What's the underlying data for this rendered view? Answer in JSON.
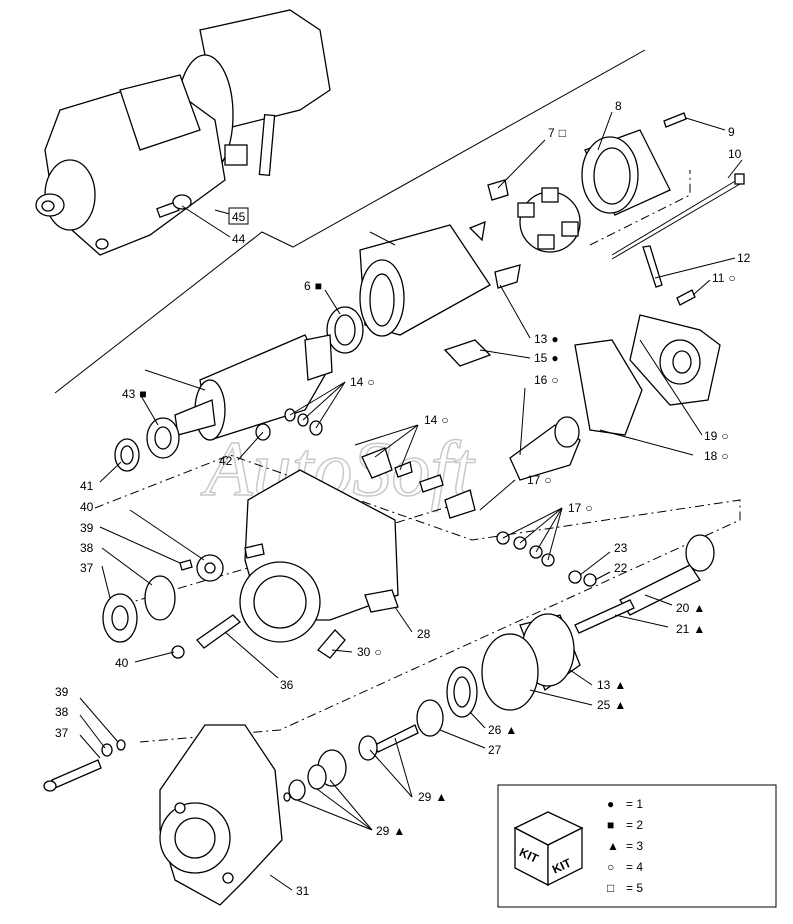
{
  "watermark": "AutoSoft",
  "symbols": {
    "filled_circle": "●",
    "filled_square": "■",
    "filled_triangle": "▲",
    "open_circle": "○",
    "open_square": "□"
  },
  "callouts": [
    {
      "id": "c45",
      "text": "45",
      "boxed": true
    },
    {
      "id": "c44",
      "text": "44"
    },
    {
      "id": "c7",
      "text": "7",
      "sym": "open_square"
    },
    {
      "id": "c8",
      "text": "8"
    },
    {
      "id": "c9",
      "text": "9"
    },
    {
      "id": "c10",
      "text": "10"
    },
    {
      "id": "c12",
      "text": "12"
    },
    {
      "id": "c11",
      "text": "11",
      "sym": "open_circle"
    },
    {
      "id": "c6",
      "text": "6",
      "sym": "filled_square"
    },
    {
      "id": "c13a",
      "text": "13",
      "sym": "filled_circle"
    },
    {
      "id": "c15",
      "text": "15",
      "sym": "filled_circle"
    },
    {
      "id": "c16",
      "text": "16",
      "sym": "open_circle"
    },
    {
      "id": "c14a",
      "text": "14",
      "sym": "open_circle"
    },
    {
      "id": "c14b",
      "text": "14",
      "sym": "open_circle"
    },
    {
      "id": "c43",
      "text": "43",
      "sym": "filled_square"
    },
    {
      "id": "c41",
      "text": "41"
    },
    {
      "id": "c42",
      "text": "42"
    },
    {
      "id": "c40a",
      "text": "40"
    },
    {
      "id": "c39a",
      "text": "39"
    },
    {
      "id": "c38a",
      "text": "38"
    },
    {
      "id": "c37a",
      "text": "37"
    },
    {
      "id": "c40b",
      "text": "40"
    },
    {
      "id": "c19",
      "text": "19",
      "sym": "open_circle"
    },
    {
      "id": "c18",
      "text": "18",
      "sym": "open_circle"
    },
    {
      "id": "c17a",
      "text": "17",
      "sym": "open_circle"
    },
    {
      "id": "c17b",
      "text": "17",
      "sym": "open_circle"
    },
    {
      "id": "c23",
      "text": "23"
    },
    {
      "id": "c22",
      "text": "22"
    },
    {
      "id": "c20",
      "text": "20",
      "sym": "filled_triangle"
    },
    {
      "id": "c21",
      "text": "21",
      "sym": "filled_triangle"
    },
    {
      "id": "c28",
      "text": "28"
    },
    {
      "id": "c30",
      "text": "30",
      "sym": "open_circle"
    },
    {
      "id": "c36",
      "text": "36"
    },
    {
      "id": "c13b",
      "text": "13",
      "sym": "filled_triangle"
    },
    {
      "id": "c25",
      "text": "25",
      "sym": "filled_triangle"
    },
    {
      "id": "c26",
      "text": "26",
      "sym": "filled_triangle"
    },
    {
      "id": "c27",
      "text": "27"
    },
    {
      "id": "c39b",
      "text": "39"
    },
    {
      "id": "c38b",
      "text": "38"
    },
    {
      "id": "c37b",
      "text": "37"
    },
    {
      "id": "c29a",
      "text": "29",
      "sym": "filled_triangle"
    },
    {
      "id": "c29b",
      "text": "29",
      "sym": "filled_triangle"
    },
    {
      "id": "c31",
      "text": "31"
    }
  ],
  "legend": {
    "icon_text": [
      "KIT",
      "KIT"
    ],
    "entries": [
      {
        "sym": "filled_circle",
        "text": "= 1"
      },
      {
        "sym": "filled_square",
        "text": "= 2"
      },
      {
        "sym": "filled_triangle",
        "text": "= 3"
      },
      {
        "sym": "open_circle",
        "text": "= 4"
      },
      {
        "sym": "open_square",
        "text": "= 5"
      }
    ]
  }
}
